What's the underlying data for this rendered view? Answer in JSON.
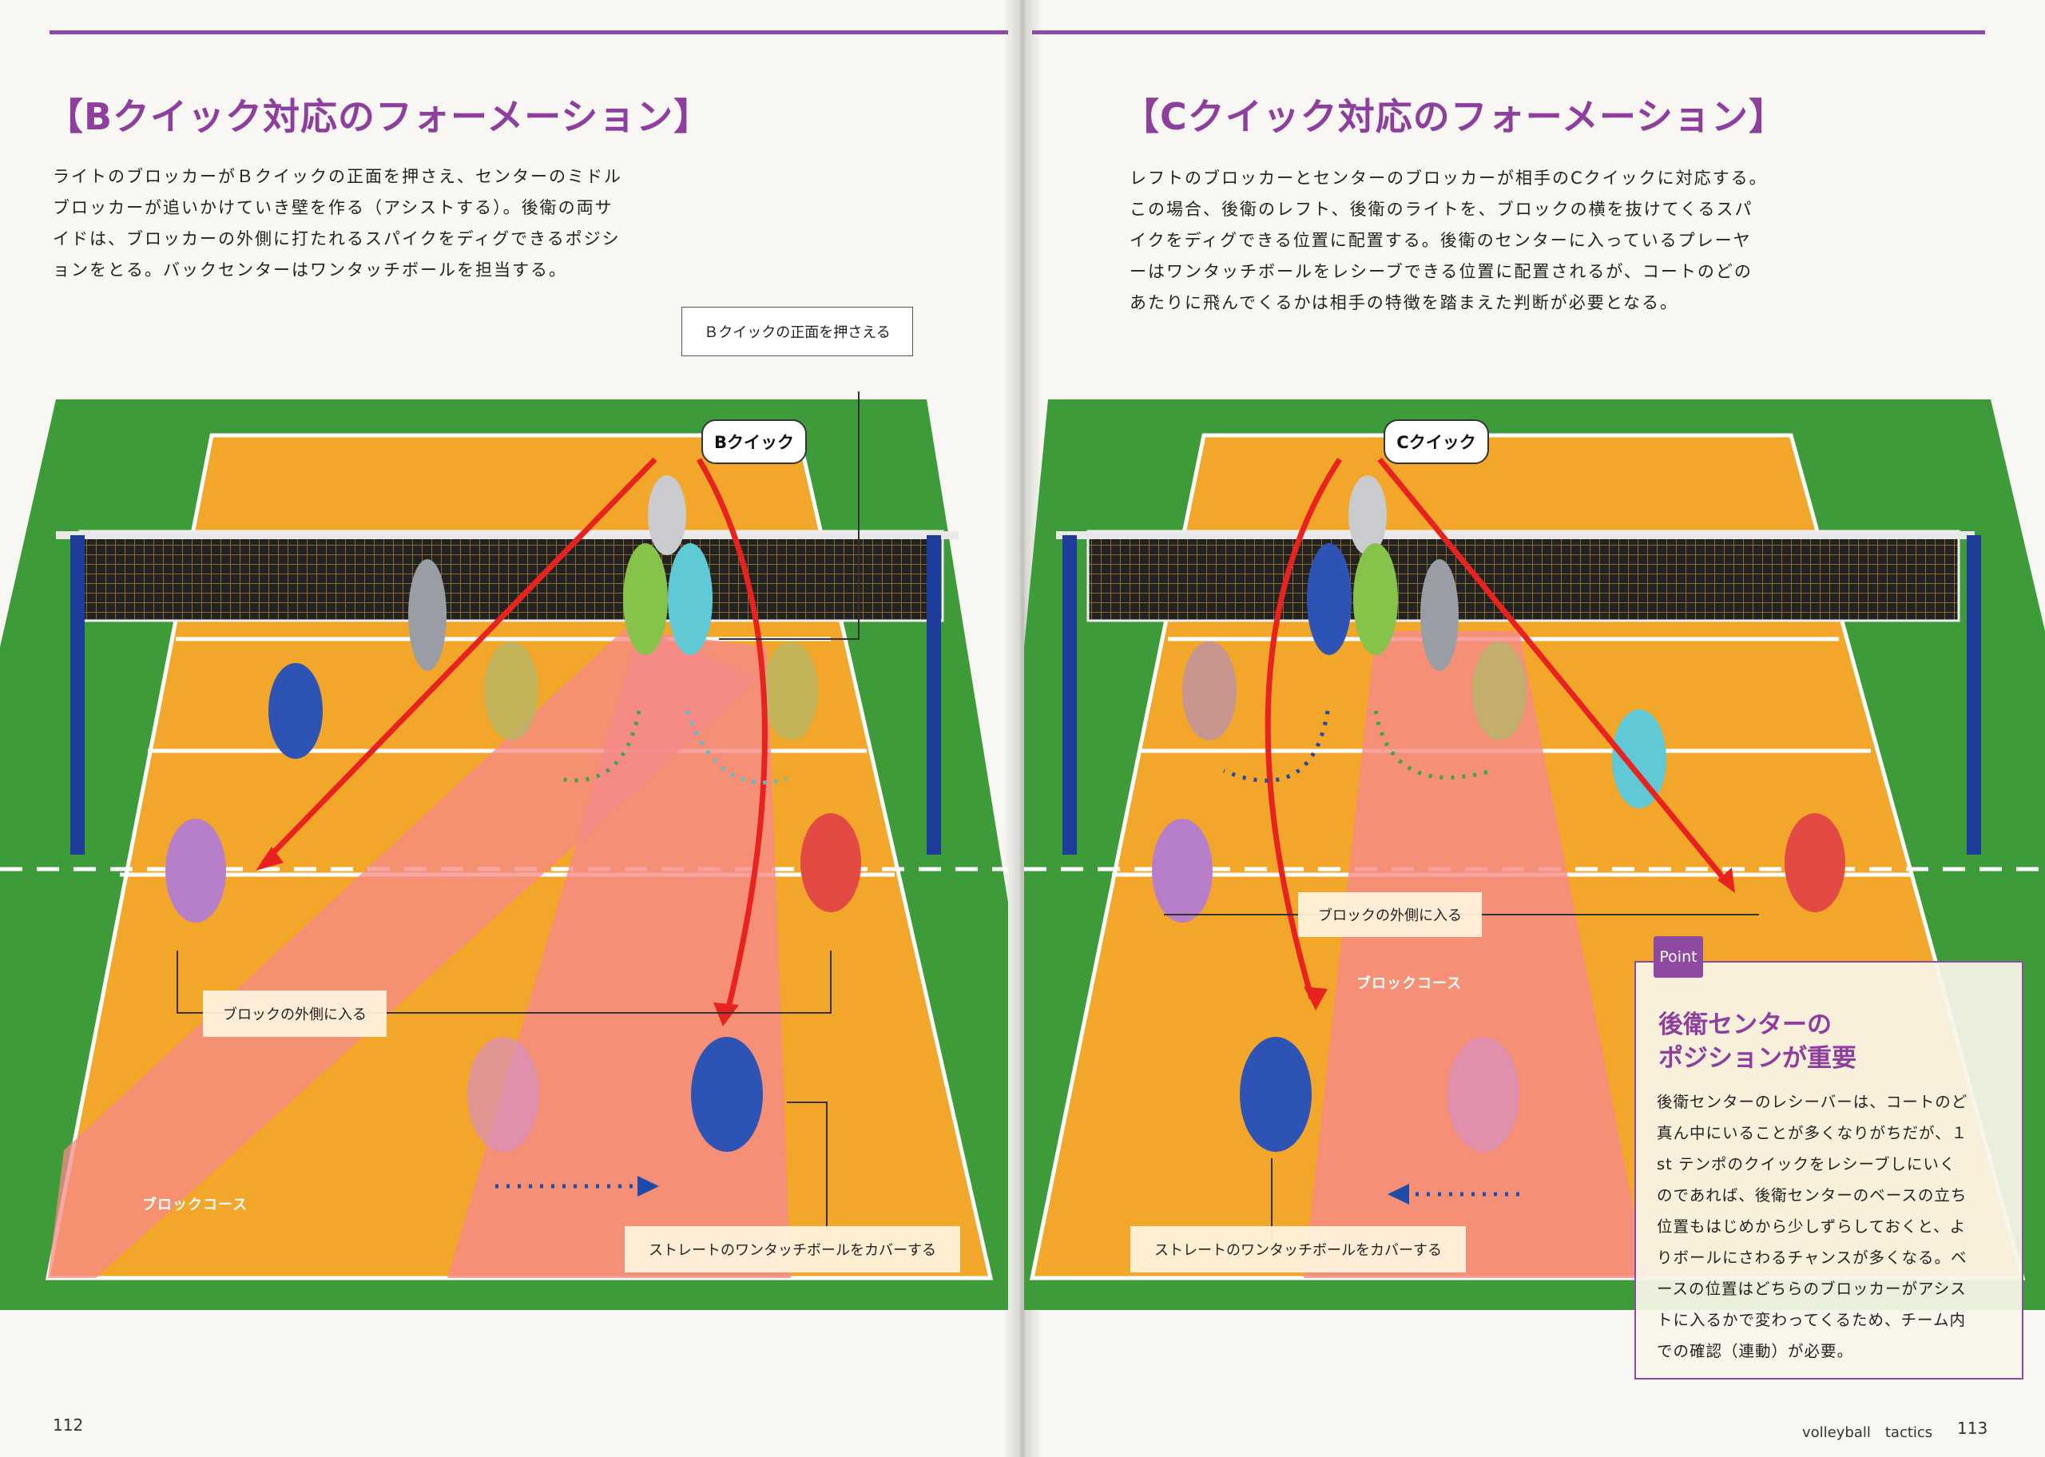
{
  "left": {
    "heading": "【Bクイック対応のフォーメーション】",
    "body": [
      "ライトのブロッカーがＢクイックの正面を押さえ、センターのミドル",
      "ブロッカーが追いかけていき壁を作る（アシストする）。後衛の両サ",
      "イドは、ブロッカーの外側に打たれるスパイクをディグできるポジシ",
      "ョンをとる。バックセンターはワンタッチボールを担当する。"
    ],
    "callout_top": "Ｂクイックの正面を押さえる",
    "bubble": "Bクイック",
    "callout_outside": "ブロックの外側に入る",
    "callout_straight": "ストレートのワンタッチボールをカバーする",
    "court_label": "ブロックコース",
    "page_number": "112"
  },
  "right": {
    "heading": "【Cクイック対応のフォーメーション】",
    "body": [
      "レフトのブロッカーとセンターのブロッカーが相手のCクイックに対応する。",
      "この場合、後衛のレフト、後衛のライトを、ブロックの横を抜けてくるスパ",
      "イクをディグできる位置に配置する。後衛のセンターに入っているプレーヤ",
      "ーはワンタッチボールをレシーブできる位置に配置されるが、コートのどの",
      "あたりに飛んでくるかは相手の特徴を踏まえた判断が必要となる。"
    ],
    "bubble": "Cクイック",
    "callout_outside": "ブロックの外側に入る",
    "callout_straight": "ストレートのワンタッチボールをカバーする",
    "court_label": "ブロックコース",
    "point": {
      "tag": "Point",
      "title": [
        "後衛センターの",
        "ポジションが重要"
      ],
      "body": [
        "後衛センターのレシーバーは、コートのど",
        "真ん中にいることが多くなりがちだが、１",
        "st テンポのクイックをレシーブしにいく",
        "のであれば、後衛センターのベースの立ち",
        "位置もはじめから少しずらしておくと、よ",
        "りボールにさわるチャンスが多くなる。ベ",
        "ースの位置はどちらのブロッカーがアシス",
        "トに入るかで変わってくるため、チーム内",
        "での確認（連動）が必要。"
      ]
    },
    "footer_text": "volleyball　tactics",
    "page_number": "113"
  },
  "colors": {
    "accent": "#8e4aa0",
    "court_green": "#3d9b3a",
    "court_orange": "#f3a72a",
    "block_zone": "#f58a8a",
    "arrow_red": "#e8231f"
  }
}
